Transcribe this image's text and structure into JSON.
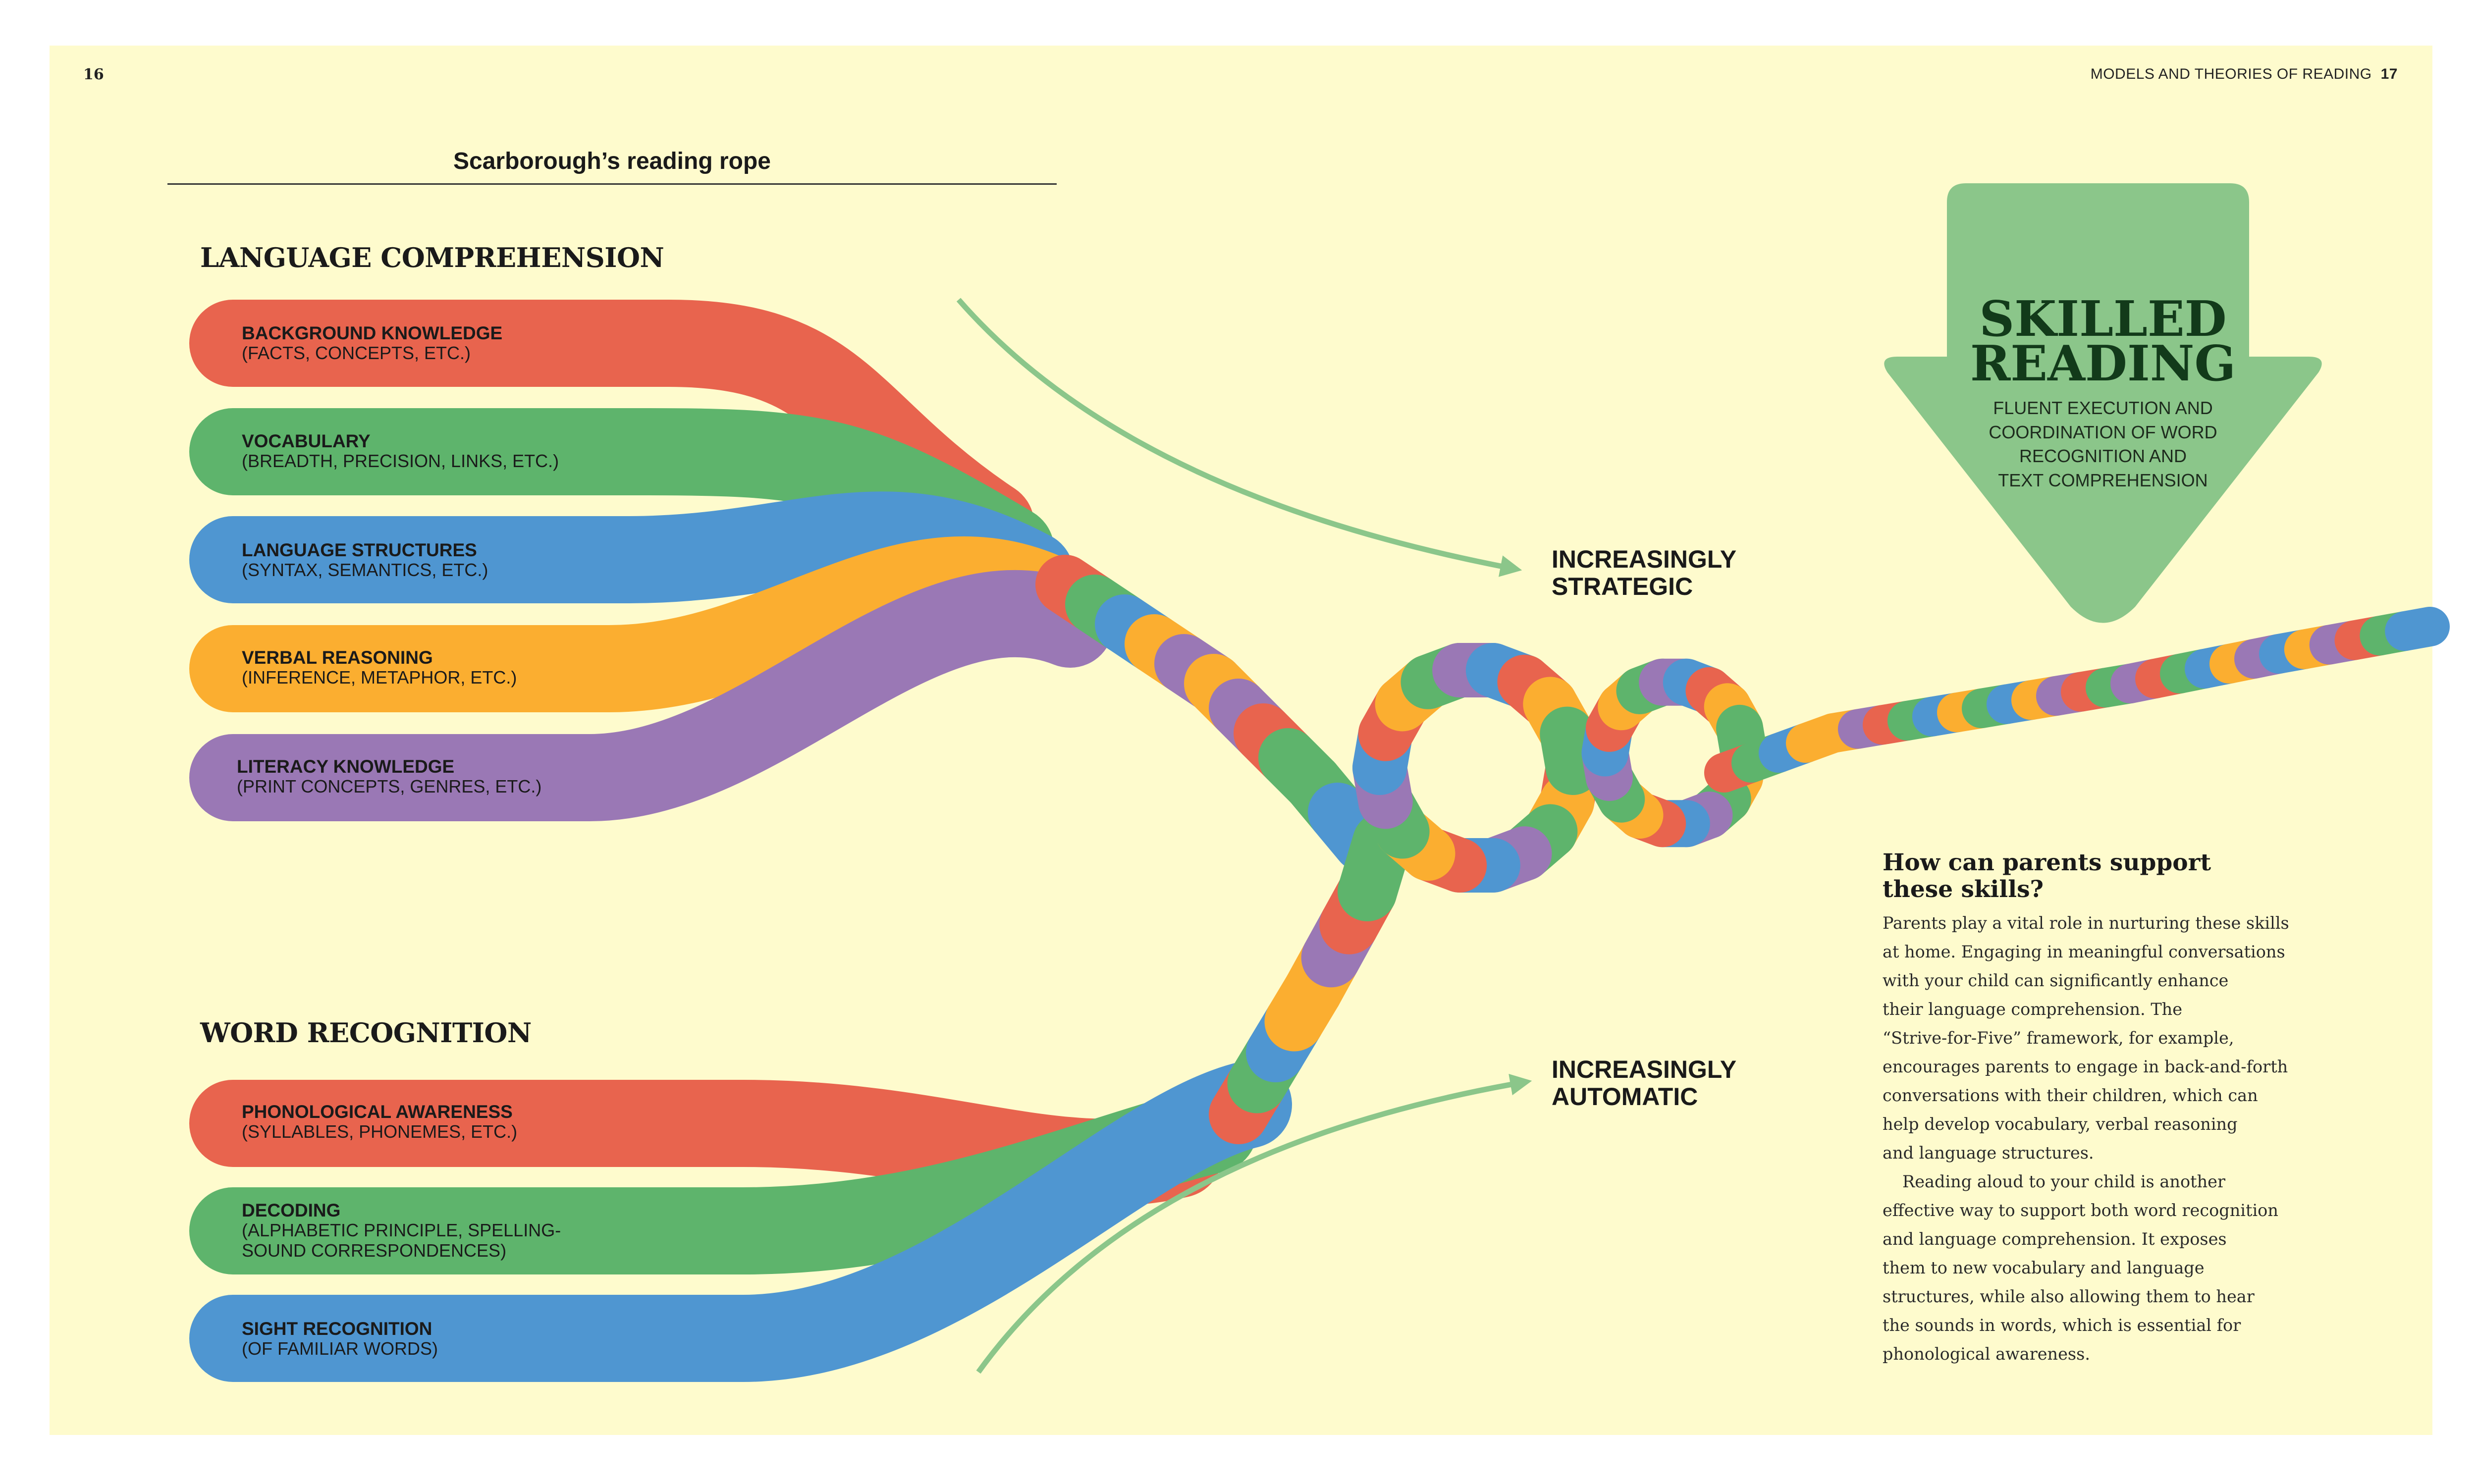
{
  "header": {
    "left_page_number": "16",
    "running_title": "MODELS AND THEORIES OF READING",
    "right_page_number": "17"
  },
  "diagram": {
    "title": "Scarborough’s reading rope",
    "language_comprehension": {
      "heading": "LANGUAGE COMPREHENSION",
      "strands": [
        {
          "name": "BACKGROUND KNOWLEDGE",
          "desc": [
            "(FACTS, CONCEPTS, ETC.)"
          ],
          "color": "#e8644e"
        },
        {
          "name": "VOCABULARY",
          "desc": [
            "(BREADTH, PRECISION, LINKS, ETC.)"
          ],
          "color": "#5eb46c"
        },
        {
          "name": "LANGUAGE STRUCTURES",
          "desc": [
            "(SYNTAX, SEMANTICS, ETC.)"
          ],
          "color": "#4f96d1"
        },
        {
          "name": "VERBAL REASONING",
          "desc": [
            "(INFERENCE, METAPHOR, ETC.)"
          ],
          "color": "#fbae30"
        },
        {
          "name": "LITERACY KNOWLEDGE",
          "desc": [
            "(PRINT CONCEPTS, GENRES, ETC.)"
          ],
          "color": "#9a78b5"
        }
      ]
    },
    "word_recognition": {
      "heading": "WORD RECOGNITION",
      "strands": [
        {
          "name": "PHONOLOGICAL AWARENESS",
          "desc": [
            "(SYLLABLES, PHONEMES, ETC.)"
          ],
          "color": "#e8644e"
        },
        {
          "name": "DECODING",
          "desc": [
            "(ALPHABETIC PRINCIPLE, SPELLING-",
            "SOUND CORRESPONDENCES)"
          ],
          "color": "#5eb46c"
        },
        {
          "name": "SIGHT RECOGNITION",
          "desc": [
            "(OF FAMILIAR WORDS)"
          ],
          "color": "#4f96d1"
        }
      ]
    },
    "strategic_label": [
      "INCREASINGLY",
      "STRATEGIC"
    ],
    "automatic_label": [
      "INCREASINGLY",
      "AUTOMATIC"
    ],
    "skilled_reading": {
      "title": [
        "SKILLED",
        "READING"
      ],
      "desc": [
        "FLUENT EXECUTION AND",
        "COORDINATION OF WORD",
        "RECOGNITION AND",
        "TEXT COMPREHENSION"
      ],
      "arrow_color": "#8bc68a"
    },
    "arrow_color": "#8bc68a"
  },
  "sidebar": {
    "heading": [
      "How can parents support",
      "these skills?"
    ],
    "paragraph1": [
      "Parents play a vital role in nurturing these skills",
      "at home. Engaging in meaningful conversations",
      "with your child can significantly enhance",
      "their language comprehension. The",
      "“Strive-for-Five” framework, for example,",
      "encourages parents to engage in back-and-forth",
      "conversations with their children, which can",
      "help develop vocabulary, verbal reasoning",
      "and language structures."
    ],
    "paragraph2": [
      "Reading aloud to your child is another",
      "effective way to support both word recognition",
      "and language comprehension. It exposes",
      "them to new vocabulary and language",
      "structures, while also allowing them to hear",
      "the sounds in words, which is essential for",
      "phonological awareness."
    ]
  }
}
